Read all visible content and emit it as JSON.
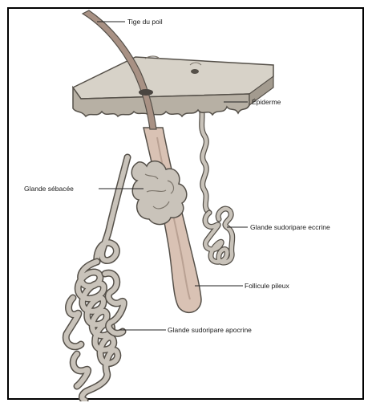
{
  "labels": {
    "hair_shaft": "Tige du poil",
    "epidermis": "Épiderme",
    "sebaceous_gland": "Glande sébacée",
    "eccrine_gland": "Glande sudoripare eccrine",
    "hair_follicle": "Follicule pileux",
    "apocrine_gland": "Glande sudoripare apocrine"
  },
  "colors": {
    "skin_block": "#d7d2c8",
    "skin_shadow": "#b7b0a4",
    "hair": "#a89184",
    "follicle": "#d9c2b4",
    "gland": "#c9c3ba",
    "outline": "#555049",
    "leader": "#222222"
  }
}
